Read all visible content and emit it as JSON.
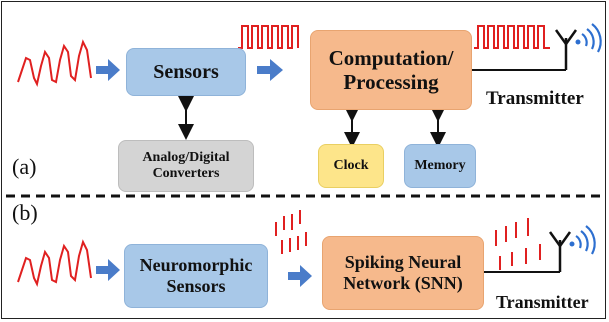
{
  "panel_a": {
    "label": "(a)",
    "sensors": "Sensors",
    "adc": [
      "Analog/Digital",
      "Converters"
    ],
    "processing": [
      "Computation/",
      "Processing"
    ],
    "clock": "Clock",
    "memory": "Memory",
    "transmitter": "Transmitter"
  },
  "panel_b": {
    "label": "(b)",
    "sensors": [
      "Neuromorphic",
      "Sensors"
    ],
    "snn": [
      "Spiking Neural",
      "Network (SNN)"
    ],
    "transmitter": "Transmitter"
  },
  "colors": {
    "signal": "#e02020",
    "arrow": "#4a7cc9",
    "antenna": "#111111",
    "wifi": "#2d6fd0"
  },
  "icons": [
    "analog-wave-icon",
    "digital-pulse-icon",
    "spike-train-icon",
    "antenna-icon",
    "wifi-icon",
    "arrow-icon"
  ]
}
